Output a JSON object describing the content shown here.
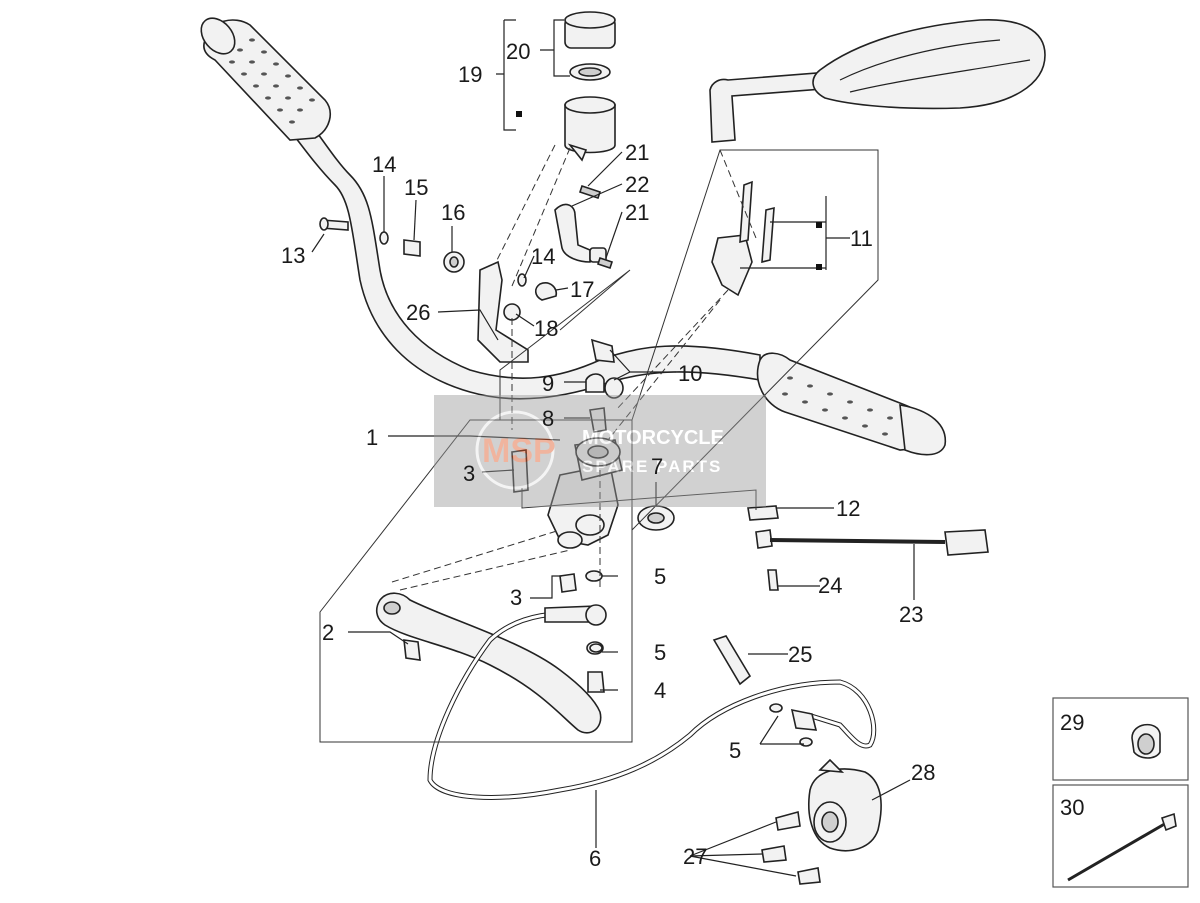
{
  "diagram": {
    "callouts": {
      "c1": "1",
      "c2": "2",
      "c3a": "3",
      "c3b": "3",
      "c4": "4",
      "c5a": "5",
      "c5b": "5",
      "c5c": "5",
      "c6": "6",
      "c7": "7",
      "c8": "8",
      "c9": "9",
      "c10": "10",
      "c11": "11",
      "c12": "12",
      "c13": "13",
      "c14a": "14",
      "c14b": "14",
      "c15": "15",
      "c16": "16",
      "c17": "17",
      "c18": "18",
      "c19": "19",
      "c20": "20",
      "c21a": "21",
      "c21b": "21",
      "c22": "22",
      "c23": "23",
      "c24": "24",
      "c25": "25",
      "c26": "26",
      "c27": "27",
      "c28": "28",
      "c29": "29",
      "c30": "30"
    },
    "watermark": {
      "logo": "MSP",
      "line1": "MOTORCYCLE",
      "line2": "SPARE PARTS"
    }
  }
}
